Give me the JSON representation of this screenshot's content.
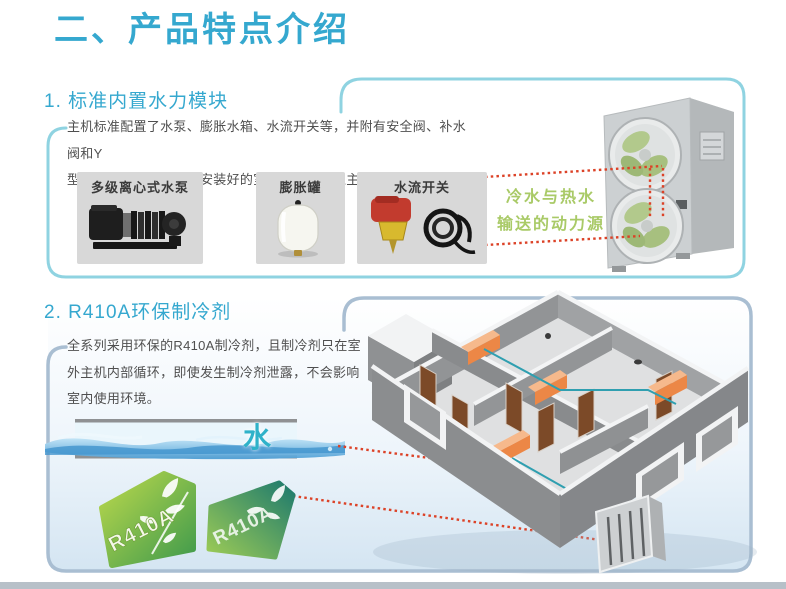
{
  "slide": {
    "title": "二、产品特点介绍",
    "sections": [
      {
        "heading": "1. 标准内置水力模块",
        "body": "主机标准配置了水泵、膨胀水箱、水流开关等，并附有安全阀、补水阀和Y\n型过滤器，用户只需将安装好的室内水系统接入主机即可。",
        "products": [
          {
            "label": "多级离心式水泵",
            "icon": "centrifugal-pump-image"
          },
          {
            "label": "膨胀罐",
            "icon": "expansion-tank-image"
          },
          {
            "label": "水流开关",
            "icon": "flow-switch-image"
          }
        ],
        "callout": "冷水与热水\n输送的动力源",
        "illustration": "outdoor-unit-image"
      },
      {
        "heading": "2. R410A环保制冷剂",
        "body": "全系列采用环保的R410A制冷剂，且制冷剂只在室\n外主机内部循环，即使发生制冷剂泄露，不会影响\n室内使用环境。",
        "water_label": "水",
        "badges": [
          {
            "label": "R410A"
          },
          {
            "label": "R410A"
          }
        ],
        "illustration": "house-floorplan-image"
      }
    ],
    "colors": {
      "accent_teal": "#35a8cf",
      "section1_border": "#8fd3e1",
      "section2_border": "#a9bed2",
      "callout_green": "#a9ca67",
      "dashed_red": "#dc4227",
      "water_teal": "#2fb2c9",
      "panel_gray": "#d8d8d8",
      "body_text": "#4f4f4f"
    }
  }
}
